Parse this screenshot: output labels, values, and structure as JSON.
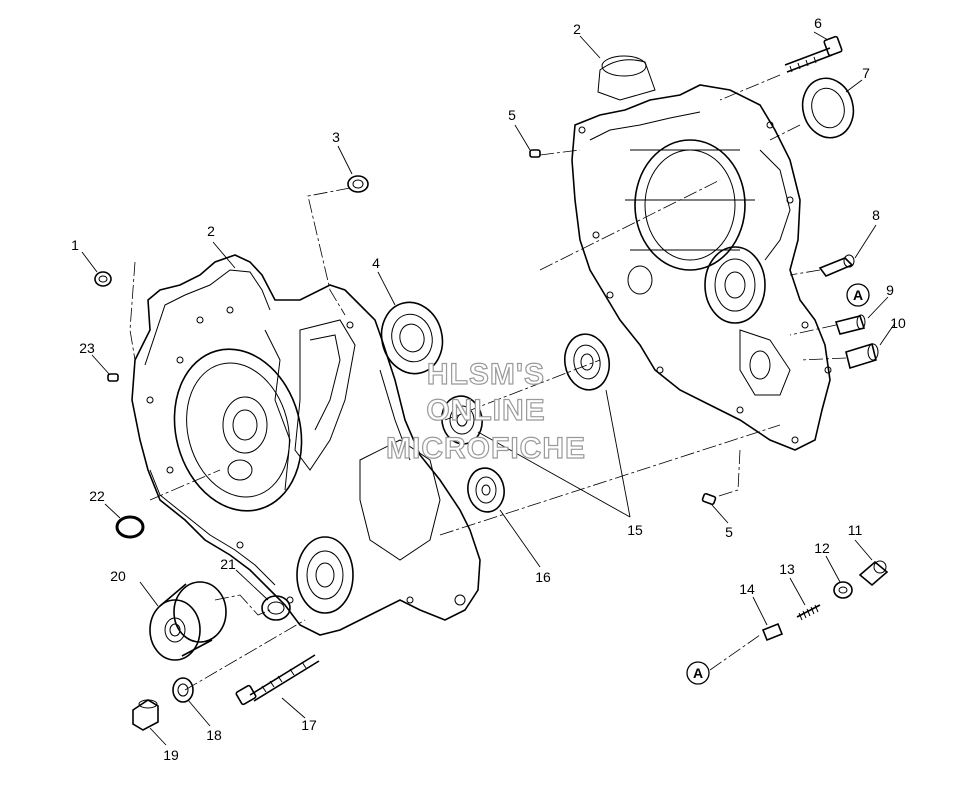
{
  "callouts": {
    "c1": "1",
    "c2a": "2",
    "c2b": "2",
    "c3": "3",
    "c4": "4",
    "c5a": "5",
    "c5b": "5",
    "c6": "6",
    "c7": "7",
    "c8": "8",
    "c9": "9",
    "c10": "10",
    "c11": "11",
    "c12": "12",
    "c13": "13",
    "c14": "14",
    "c15": "15",
    "c16": "16",
    "c17": "17",
    "c18": "18",
    "c19": "19",
    "c20": "20",
    "c21": "21",
    "c22": "22",
    "c23": "23",
    "ref_a1": "A",
    "ref_a2": "A"
  },
  "watermark": {
    "line1": "HLSM'S",
    "line2": "ONLINE",
    "line3": "MICROFICHE"
  }
}
